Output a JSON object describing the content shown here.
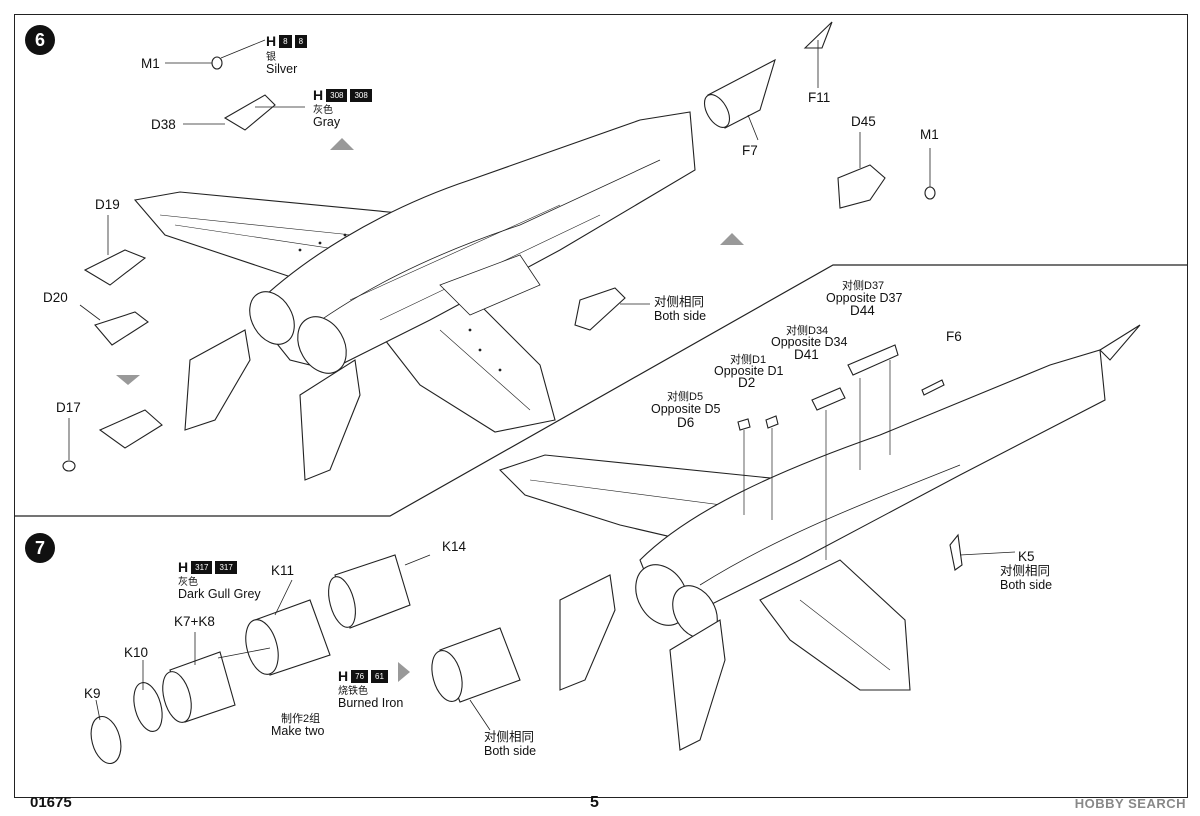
{
  "steps": {
    "step6": "6",
    "step7": "7"
  },
  "paints": {
    "silver": {
      "letter": "H",
      "codes": [
        "8",
        "8"
      ],
      "cn": "银",
      "en": "Silver"
    },
    "gray": {
      "letter": "H",
      "codes": [
        "308",
        "308"
      ],
      "cn": "灰色",
      "en": "Gray"
    },
    "dark_gull_grey": {
      "letter": "H",
      "codes": [
        "317",
        "317"
      ],
      "cn": "灰色",
      "en": "Dark Gull Grey"
    },
    "burned_iron": {
      "letter": "H",
      "codes": [
        "76",
        "61"
      ],
      "cn": "烧铁色",
      "en": "Burned Iron"
    }
  },
  "parts": {
    "m1_a": "M1",
    "d38": "D38",
    "f11": "F11",
    "f7": "F7",
    "d45": "D45",
    "m1_b": "M1",
    "d19": "D19",
    "d20": "D20",
    "d17": "D17",
    "both_side_cn": "对侧相同",
    "both_side_en": "Both side",
    "opp_d37_cn": "对侧D37",
    "opp_d37_en": "Opposite D37",
    "d44": "D44",
    "opp_d34_cn": "对侧D34",
    "opp_d34_en": "Opposite D34",
    "d41": "D41",
    "opp_d1_cn": "对侧D1",
    "opp_d1_en": "Opposite D1",
    "d2": "D2",
    "opp_d5_cn": "对侧D5",
    "opp_d5_en": "Opposite D5",
    "d6": "D6",
    "f6": "F6",
    "k5": "K5",
    "k14": "K14",
    "k11": "K11",
    "k7k8": "K7+K8",
    "k10": "K10",
    "k9": "K9",
    "make_two_cn": "制作2组",
    "make_two_en": "Make two"
  },
  "footer": {
    "code": "01675",
    "page": "5",
    "watermark": "HOBBY SEARCH"
  }
}
